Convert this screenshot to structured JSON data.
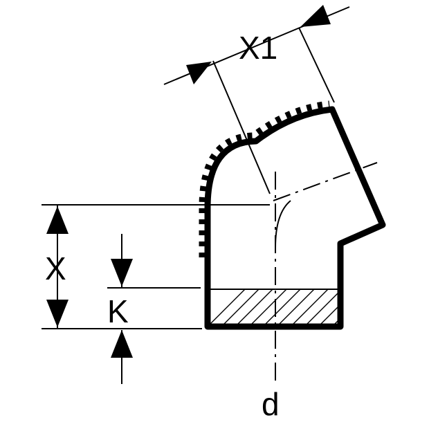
{
  "diagram": {
    "labels": {
      "x1": "X1",
      "x": "X",
      "k": "K",
      "d": "d"
    },
    "colors": {
      "line": "#000000",
      "background": "#ffffff"
    }
  }
}
